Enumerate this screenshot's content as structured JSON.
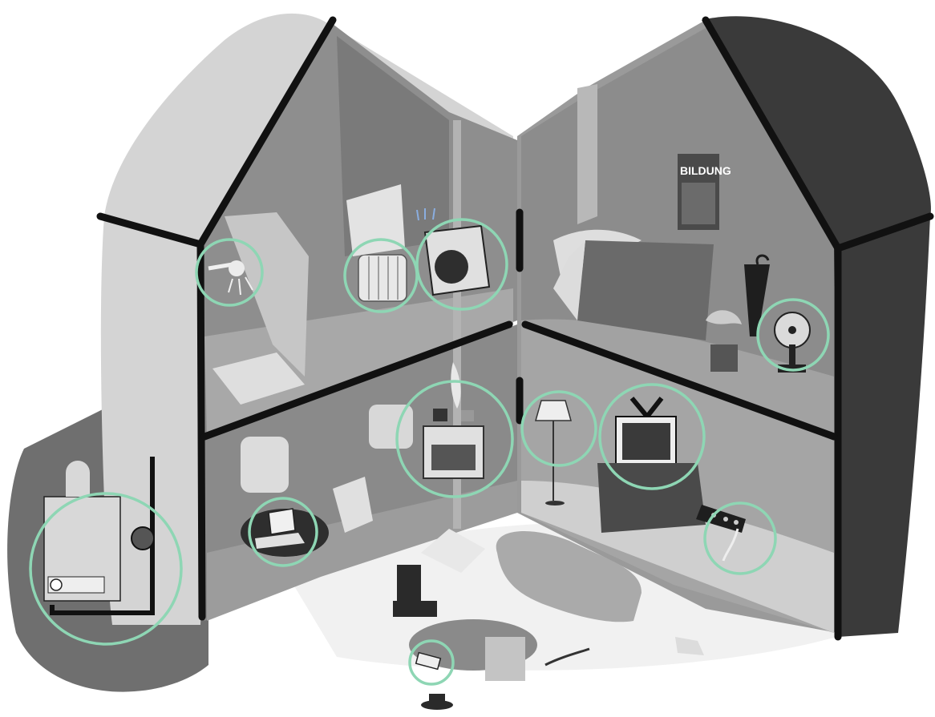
{
  "poster": {
    "title": "BILDUNG"
  },
  "colors": {
    "highlight": "#8ed6b4",
    "background": "#ffffff",
    "roof_dark": "#3a3a3a",
    "wall_light": "#d6d6d6",
    "room_mid": "#8a8a8a"
  },
  "hotspots": [
    {
      "id": "shower",
      "icon": "shower-head-icon"
    },
    {
      "id": "radiator",
      "icon": "radiator-icon"
    },
    {
      "id": "washing-machine",
      "icon": "washing-machine-icon"
    },
    {
      "id": "fan",
      "icon": "fan-icon"
    },
    {
      "id": "stove",
      "icon": "stove-oven-icon"
    },
    {
      "id": "floor-lamp",
      "icon": "floor-lamp-icon"
    },
    {
      "id": "television",
      "icon": "television-icon"
    },
    {
      "id": "laptop",
      "icon": "laptop-icon"
    },
    {
      "id": "power-strip",
      "icon": "power-strip-icon"
    },
    {
      "id": "boiler",
      "icon": "boiler-icon"
    },
    {
      "id": "smartphone",
      "icon": "smartphone-icon"
    }
  ]
}
